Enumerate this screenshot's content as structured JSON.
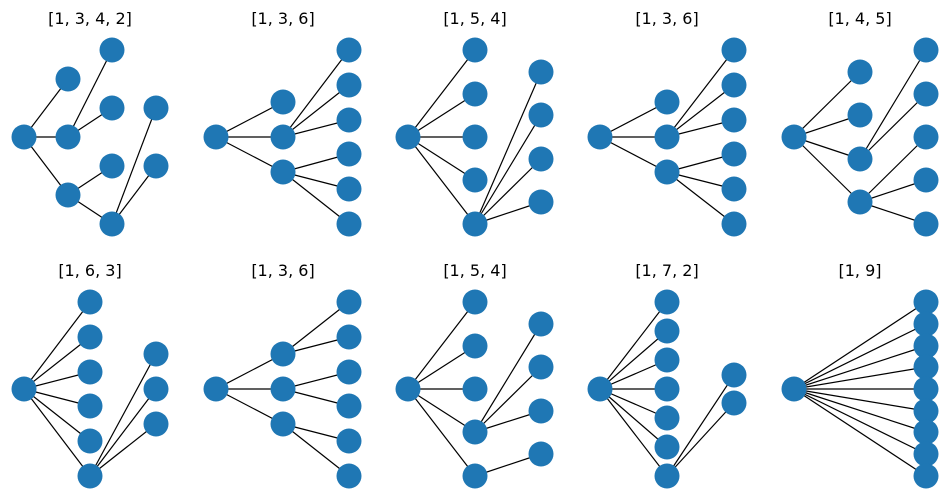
{
  "style": {
    "node_color": "#1f77b4",
    "edge_color": "#000000",
    "background": "#ffffff"
  },
  "panels": [
    {
      "title": "[1, 3, 4, 2]",
      "edges": [
        [
          0,
          1
        ],
        [
          0,
          2
        ],
        [
          0,
          3
        ],
        [
          2,
          4
        ],
        [
          2,
          5
        ],
        [
          3,
          6
        ],
        [
          3,
          7
        ],
        [
          7,
          8
        ],
        [
          7,
          9
        ]
      ]
    },
    {
      "title": "[1, 3, 6]",
      "edges": [
        [
          0,
          1
        ],
        [
          0,
          2
        ],
        [
          0,
          3
        ],
        [
          2,
          4
        ],
        [
          2,
          5
        ],
        [
          2,
          6
        ],
        [
          3,
          7
        ],
        [
          3,
          8
        ],
        [
          3,
          9
        ]
      ]
    },
    {
      "title": "[1, 5, 4]",
      "edges": [
        [
          0,
          1
        ],
        [
          0,
          2
        ],
        [
          0,
          3
        ],
        [
          0,
          4
        ],
        [
          0,
          5
        ],
        [
          5,
          6
        ],
        [
          5,
          7
        ],
        [
          5,
          8
        ],
        [
          5,
          9
        ]
      ]
    },
    {
      "title": "[1, 3, 6]",
      "edges": [
        [
          0,
          1
        ],
        [
          0,
          2
        ],
        [
          0,
          3
        ],
        [
          2,
          4
        ],
        [
          2,
          5
        ],
        [
          2,
          6
        ],
        [
          3,
          7
        ],
        [
          3,
          8
        ],
        [
          3,
          9
        ]
      ]
    },
    {
      "title": "[1, 4, 5]",
      "edges": [
        [
          0,
          1
        ],
        [
          0,
          2
        ],
        [
          0,
          3
        ],
        [
          0,
          4
        ],
        [
          3,
          5
        ],
        [
          3,
          6
        ],
        [
          4,
          7
        ],
        [
          4,
          8
        ],
        [
          4,
          9
        ]
      ]
    },
    {
      "title": "[1, 6, 3]",
      "edges": [
        [
          0,
          1
        ],
        [
          0,
          2
        ],
        [
          0,
          3
        ],
        [
          0,
          4
        ],
        [
          0,
          5
        ],
        [
          0,
          6
        ],
        [
          6,
          7
        ],
        [
          6,
          8
        ],
        [
          6,
          9
        ]
      ]
    },
    {
      "title": "[1, 3, 6]",
      "edges": [
        [
          0,
          1
        ],
        [
          0,
          2
        ],
        [
          0,
          3
        ],
        [
          1,
          4
        ],
        [
          1,
          5
        ],
        [
          2,
          6
        ],
        [
          2,
          7
        ],
        [
          3,
          8
        ],
        [
          3,
          9
        ]
      ]
    },
    {
      "title": "[1, 5, 4]",
      "edges": [
        [
          0,
          1
        ],
        [
          0,
          2
        ],
        [
          0,
          3
        ],
        [
          0,
          4
        ],
        [
          0,
          5
        ],
        [
          4,
          6
        ],
        [
          4,
          7
        ],
        [
          4,
          8
        ],
        [
          5,
          9
        ]
      ]
    },
    {
      "title": "[1, 7, 2]",
      "edges": [
        [
          0,
          1
        ],
        [
          0,
          2
        ],
        [
          0,
          3
        ],
        [
          0,
          4
        ],
        [
          0,
          5
        ],
        [
          0,
          6
        ],
        [
          0,
          7
        ],
        [
          7,
          8
        ],
        [
          7,
          9
        ]
      ]
    },
    {
      "title": "[1, 9]",
      "edges": [
        [
          0,
          1
        ],
        [
          0,
          2
        ],
        [
          0,
          3
        ],
        [
          0,
          4
        ],
        [
          0,
          5
        ],
        [
          0,
          6
        ],
        [
          0,
          7
        ],
        [
          0,
          8
        ],
        [
          0,
          9
        ]
      ]
    }
  ]
}
